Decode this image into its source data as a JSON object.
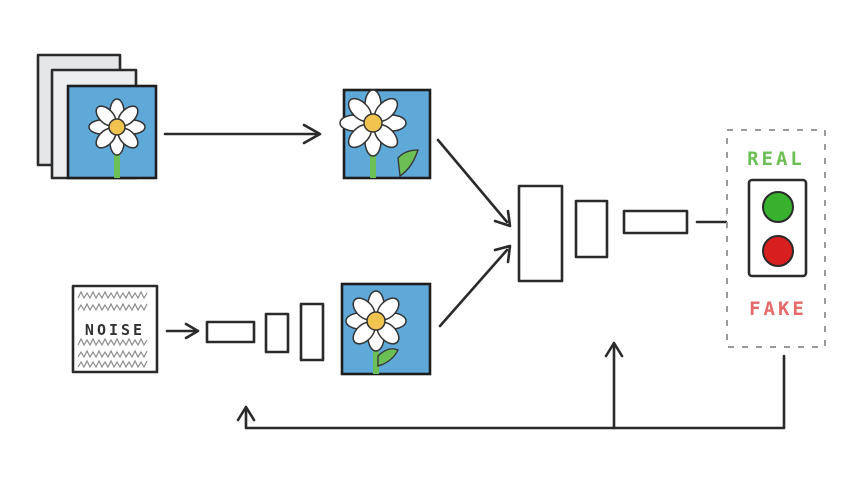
{
  "diagram": {
    "noise_label": "NOISE",
    "real_label": "REAL",
    "fake_label": "FAKE",
    "colors": {
      "sky": "#5fa9d9",
      "petal": "#ffffff",
      "flower_center": "#f1c34f",
      "stem": "#6cbf54",
      "real_green": "#6cbf54",
      "light_green": "#38b12f",
      "light_red": "#d81f1f",
      "fake_red": "#e56a6a",
      "pencil": "#2a2a2a"
    }
  }
}
